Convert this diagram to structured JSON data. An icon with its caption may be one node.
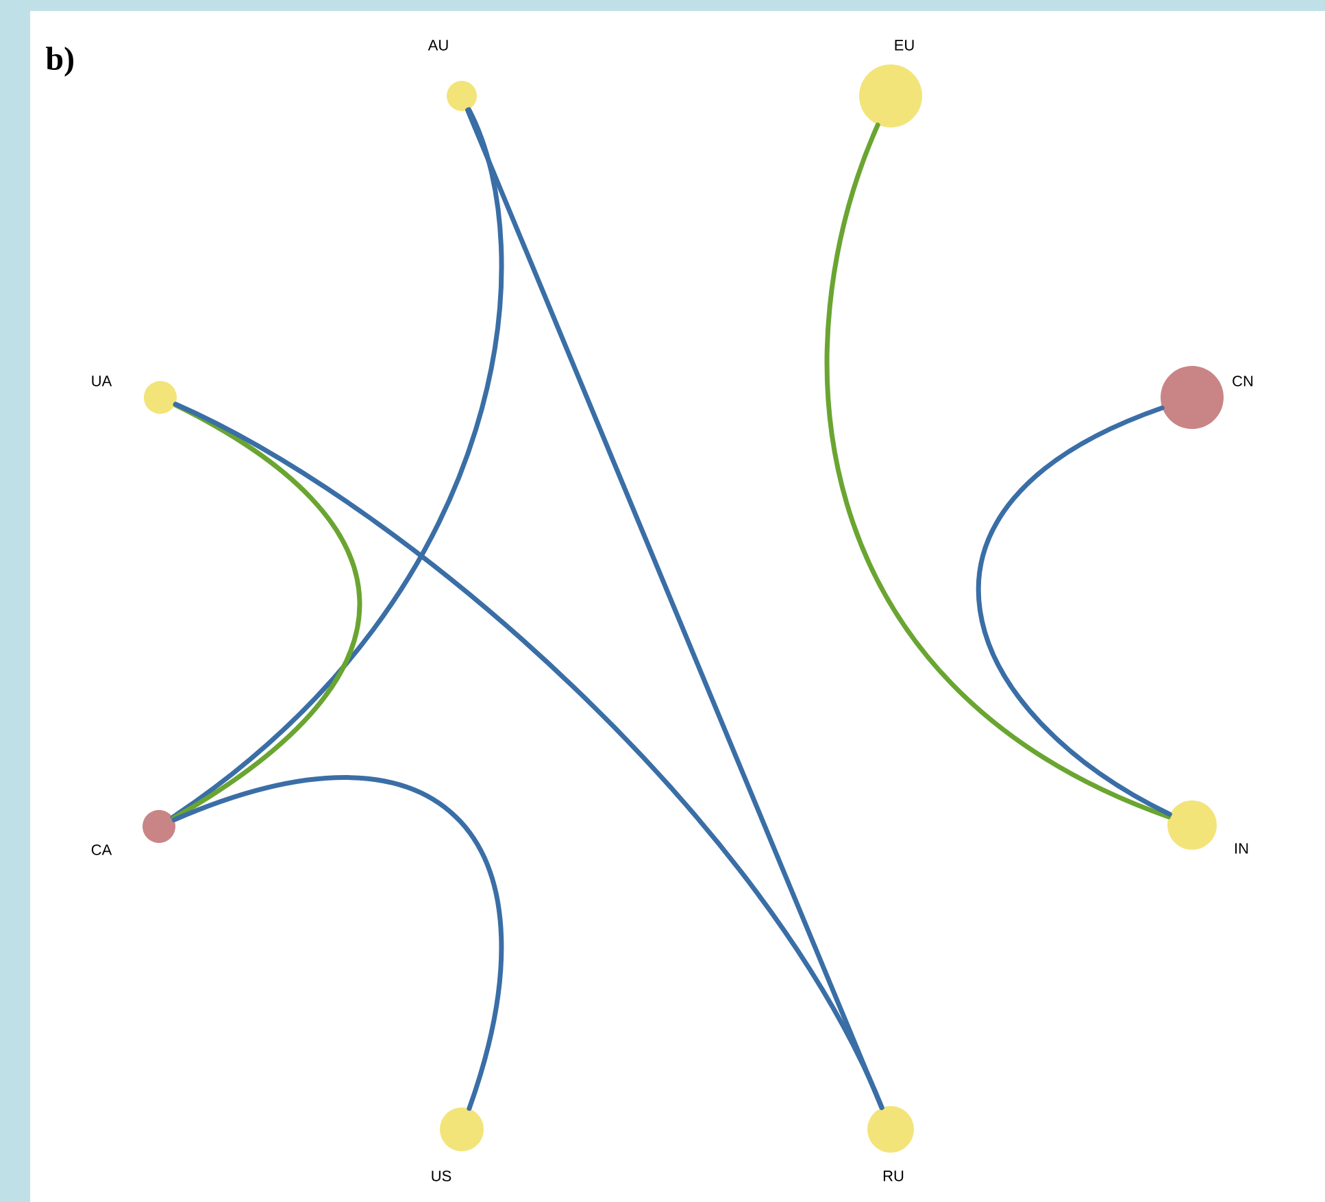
{
  "diagram": {
    "nodes": [
      {
        "text": [],
        "shape": "circle",
        "beside": [
          "AU"
        ]
      },
      {
        "text": [],
        "shape": "circle",
        "beside": [
          "EU"
        ]
      },
      {
        "text": [],
        "shape": "circle",
        "beside": [
          "UA"
        ]
      },
      {
        "text": [],
        "shape": "circle",
        "beside": [
          "CN"
        ]
      },
      {
        "text": [],
        "shape": "circle",
        "beside": [
          "CA"
        ]
      },
      {
        "text": [],
        "shape": "circle",
        "beside": [
          "IN"
        ]
      },
      {
        "text": [],
        "shape": "circle",
        "beside": [
          "US"
        ]
      },
      {
        "text": [],
        "shape": "circle",
        "beside": [
          "RU"
        ]
      }
    ],
    "edges": [
      {
        "from": 0,
        "to": 7,
        "arrow": "none"
      },
      {
        "from": 0,
        "to": 4,
        "arrow": "none"
      },
      {
        "from": 2,
        "to": 4,
        "arrow": "none",
        "color": "#6aa531"
      },
      {
        "from": 2,
        "to": 7,
        "arrow": "none"
      },
      {
        "from": 4,
        "to": 6,
        "arrow": "none"
      },
      {
        "from": 1,
        "to": 5,
        "arrow": "none",
        "color": "#6aa531"
      },
      {
        "from": 3,
        "to": 5,
        "arrow": "none"
      }
    ],
    "labels": [
      "b)"
    ]
  }
}
